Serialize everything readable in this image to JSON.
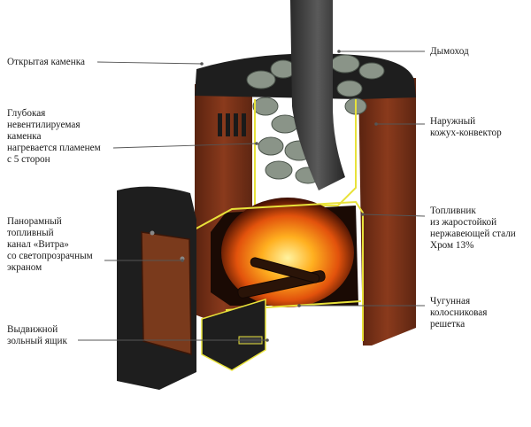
{
  "labels": {
    "open_heater": "Открытая каменка",
    "deep_heater": "Глубокая\nневентилируемая\nкаменка\nнагревается пламенем\nс 5 сторон",
    "panoramic_channel": "Панорамный\nтопливный\nканал «Витра»\nсо светопрозрачным\nэкраном",
    "ash_drawer": "Выдвижной\nзольный ящик",
    "chimney": "Дымоход",
    "outer_casing": "Наружный\nкожух-конвектор",
    "firebox": "Топливник\nиз жаростойкой\nнержавеющей стали\nХром 13%",
    "grate": "Чугунная\nколосниковая\nрешетка"
  },
  "colors": {
    "casing": "#7a3219",
    "casing_dark": "#4e1e0e",
    "stove_black": "#1e1e1e",
    "stone": "#8a9488",
    "outline": "#e8e23a",
    "fire": "#ff8c1a",
    "leader": "#555555"
  }
}
